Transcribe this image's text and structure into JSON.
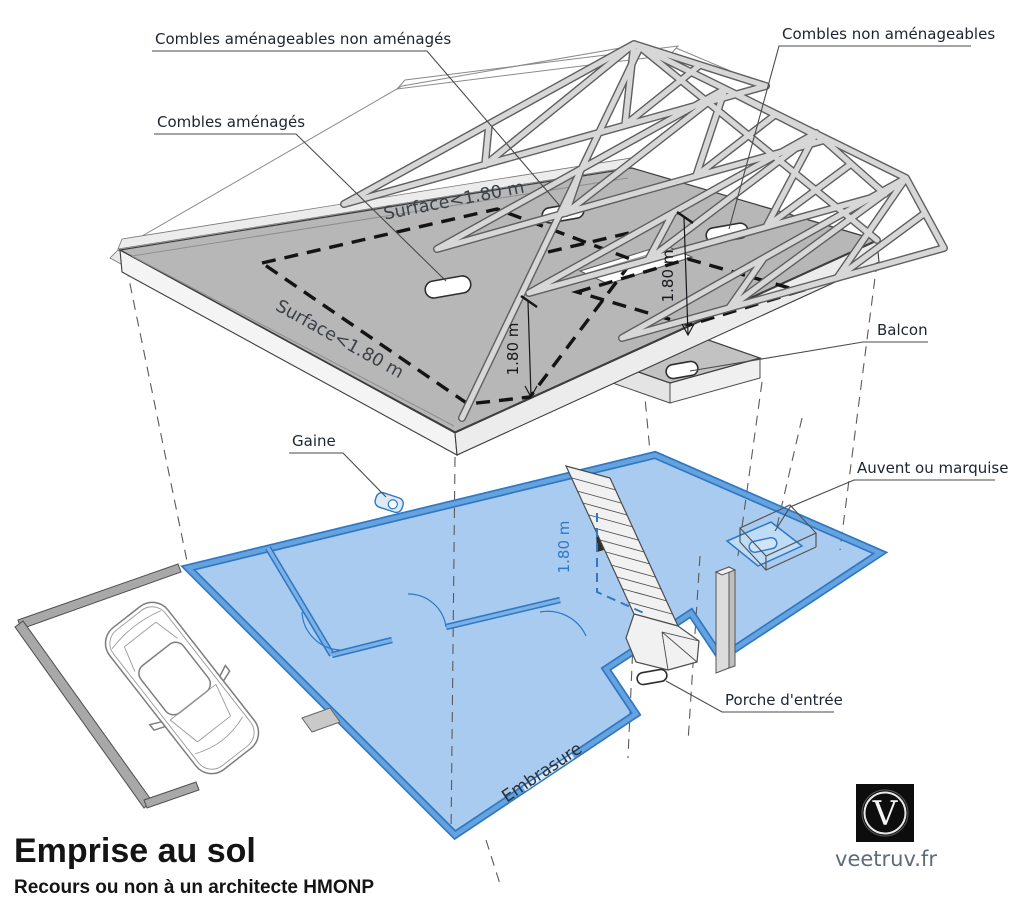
{
  "diagram": {
    "title": "Emprise au sol",
    "subtitle": "Recours ou non à un architecte HMONP",
    "brand": {
      "name": "veetruv.fr",
      "monogram": "V"
    },
    "labels": {
      "combles_amenageables_non_amenages": "Combles aménageables non aménagés",
      "combles_amenages": "Combles aménagés",
      "combles_non_amenageables": "Combles non aménageables",
      "balcon": "Balcon",
      "gaine": "Gaine",
      "auvent_ou_marquise": "Auvent ou marquise",
      "porche_dentree": "Porche d'entrée",
      "embrasure": "Embrasure"
    },
    "annotations": {
      "surface_top": "Surface<1.80 m",
      "surface_left": "Surface<1.80 m",
      "height_dim_left": "1.80 m",
      "height_dim_right": "1.80 m",
      "height_dim_stairs": "1.80 m"
    },
    "colors": {
      "footprint_blue_fill": "#A9CBEF",
      "footprint_blue_wall": "#2E78C6",
      "slab_gray": "#B7B7B7",
      "beam_gray": "#D7D7D7",
      "dashed_zone_black": "#141414",
      "label_text": "#1C2430",
      "brand_text": "#5D6B7A",
      "logo_background": "#0D0D0D"
    }
  }
}
